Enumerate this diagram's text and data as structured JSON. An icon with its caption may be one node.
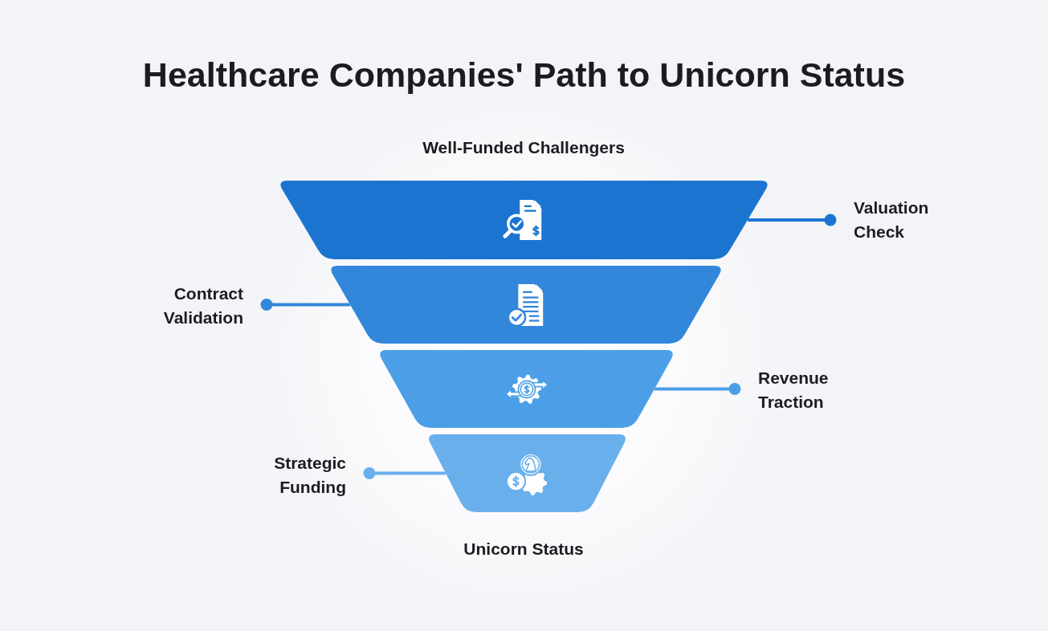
{
  "diagram": {
    "title": "Healthcare Companies' Path to Unicorn Status",
    "nodes": [
      {
        "text": [],
        "shape": "trapezoid"
      },
      {
        "text": [
          "Valuation Check"
        ]
      },
      {
        "text": [],
        "shape": "trapezoid"
      },
      {
        "text": [
          "Contract Validation"
        ]
      },
      {
        "text": [],
        "shape": "trapezoid"
      },
      {
        "text": [
          "Revenue Traction"
        ]
      },
      {
        "text": [],
        "shape": "trapezoid"
      },
      {
        "text": [
          "Strategic Funding"
        ]
      }
    ],
    "edges": [
      {
        "from": 1,
        "to": 0,
        "arrow": "other",
        "color": "#1b75d0"
      },
      {
        "from": 3,
        "to": 2,
        "arrow": "other",
        "color": "#3387da"
      },
      {
        "from": 5,
        "to": 4,
        "arrow": "other",
        "color": "#4c9fe6"
      },
      {
        "from": 7,
        "to": 6,
        "arrow": "other",
        "color": "#68afec"
      }
    ],
    "labels": [
      "Well-Funded Challengers",
      "Unicorn Status"
    ]
  }
}
